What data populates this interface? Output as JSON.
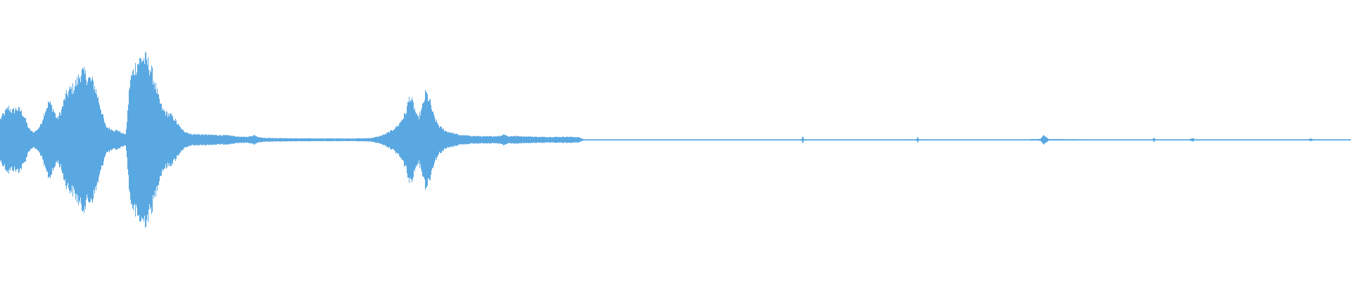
{
  "waveform": {
    "color": "#5aa8e2",
    "background": "#ffffff",
    "duration_fraction_shown": 1.0,
    "envelope": [
      [
        0.0,
        0.22
      ],
      [
        0.003,
        0.28
      ],
      [
        0.006,
        0.34
      ],
      [
        0.009,
        0.3
      ],
      [
        0.012,
        0.33
      ],
      [
        0.015,
        0.31
      ],
      [
        0.018,
        0.24
      ],
      [
        0.021,
        0.12
      ],
      [
        0.024,
        0.08
      ],
      [
        0.027,
        0.1
      ],
      [
        0.03,
        0.16
      ],
      [
        0.033,
        0.3
      ],
      [
        0.036,
        0.4
      ],
      [
        0.039,
        0.33
      ],
      [
        0.042,
        0.22
      ],
      [
        0.045,
        0.3
      ],
      [
        0.048,
        0.45
      ],
      [
        0.051,
        0.52
      ],
      [
        0.054,
        0.55
      ],
      [
        0.057,
        0.62
      ],
      [
        0.06,
        0.72
      ],
      [
        0.063,
        0.68
      ],
      [
        0.066,
        0.64
      ],
      [
        0.069,
        0.6
      ],
      [
        0.072,
        0.46
      ],
      [
        0.075,
        0.3
      ],
      [
        0.078,
        0.14
      ],
      [
        0.081,
        0.12
      ],
      [
        0.084,
        0.1
      ],
      [
        0.087,
        0.1
      ],
      [
        0.09,
        0.07
      ],
      [
        0.093,
        0.06
      ],
      [
        0.096,
        0.62
      ],
      [
        0.099,
        0.74
      ],
      [
        0.102,
        0.82
      ],
      [
        0.105,
        0.86
      ],
      [
        0.108,
        0.84
      ],
      [
        0.111,
        0.76
      ],
      [
        0.114,
        0.62
      ],
      [
        0.117,
        0.44
      ],
      [
        0.12,
        0.32
      ],
      [
        0.123,
        0.28
      ],
      [
        0.126,
        0.26
      ],
      [
        0.129,
        0.22
      ],
      [
        0.132,
        0.15
      ],
      [
        0.135,
        0.1
      ],
      [
        0.138,
        0.08
      ],
      [
        0.141,
        0.06
      ],
      [
        0.15,
        0.055
      ],
      [
        0.16,
        0.05
      ],
      [
        0.17,
        0.045
      ],
      [
        0.175,
        0.035
      ],
      [
        0.18,
        0.03
      ],
      [
        0.185,
        0.035
      ],
      [
        0.188,
        0.05
      ],
      [
        0.191,
        0.03
      ],
      [
        0.195,
        0.02
      ],
      [
        0.205,
        0.018
      ],
      [
        0.22,
        0.015
      ],
      [
        0.24,
        0.014
      ],
      [
        0.26,
        0.014
      ],
      [
        0.27,
        0.016
      ],
      [
        0.275,
        0.02
      ],
      [
        0.28,
        0.035
      ],
      [
        0.285,
        0.06
      ],
      [
        0.29,
        0.1
      ],
      [
        0.295,
        0.16
      ],
      [
        0.3,
        0.28
      ],
      [
        0.303,
        0.46
      ],
      [
        0.306,
        0.36
      ],
      [
        0.309,
        0.22
      ],
      [
        0.312,
        0.32
      ],
      [
        0.315,
        0.5
      ],
      [
        0.318,
        0.4
      ],
      [
        0.321,
        0.24
      ],
      [
        0.325,
        0.14
      ],
      [
        0.33,
        0.09
      ],
      [
        0.34,
        0.05
      ],
      [
        0.35,
        0.04
      ],
      [
        0.36,
        0.035
      ],
      [
        0.37,
        0.04
      ],
      [
        0.373,
        0.06
      ],
      [
        0.376,
        0.035
      ],
      [
        0.38,
        0.04
      ],
      [
        0.39,
        0.035
      ],
      [
        0.4,
        0.03
      ],
      [
        0.41,
        0.03
      ],
      [
        0.42,
        0.032
      ],
      [
        0.428,
        0.028
      ],
      [
        0.432,
        0.006
      ],
      [
        0.48,
        0.005
      ],
      [
        0.52,
        0.005
      ],
      [
        0.56,
        0.005
      ],
      [
        0.593,
        0.006
      ],
      [
        0.594,
        0.04
      ],
      [
        0.595,
        0.006
      ],
      [
        0.64,
        0.005
      ],
      [
        0.678,
        0.006
      ],
      [
        0.679,
        0.03
      ],
      [
        0.68,
        0.006
      ],
      [
        0.72,
        0.005
      ],
      [
        0.76,
        0.006
      ],
      [
        0.77,
        0.01
      ],
      [
        0.772,
        0.05
      ],
      [
        0.774,
        0.03
      ],
      [
        0.776,
        0.008
      ],
      [
        0.82,
        0.005
      ],
      [
        0.853,
        0.006
      ],
      [
        0.854,
        0.025
      ],
      [
        0.855,
        0.006
      ],
      [
        0.88,
        0.005
      ],
      [
        0.883,
        0.02
      ],
      [
        0.884,
        0.006
      ],
      [
        0.92,
        0.005
      ],
      [
        0.968,
        0.006
      ],
      [
        0.97,
        0.015
      ],
      [
        0.972,
        0.006
      ],
      [
        1.0,
        0.005
      ]
    ]
  }
}
